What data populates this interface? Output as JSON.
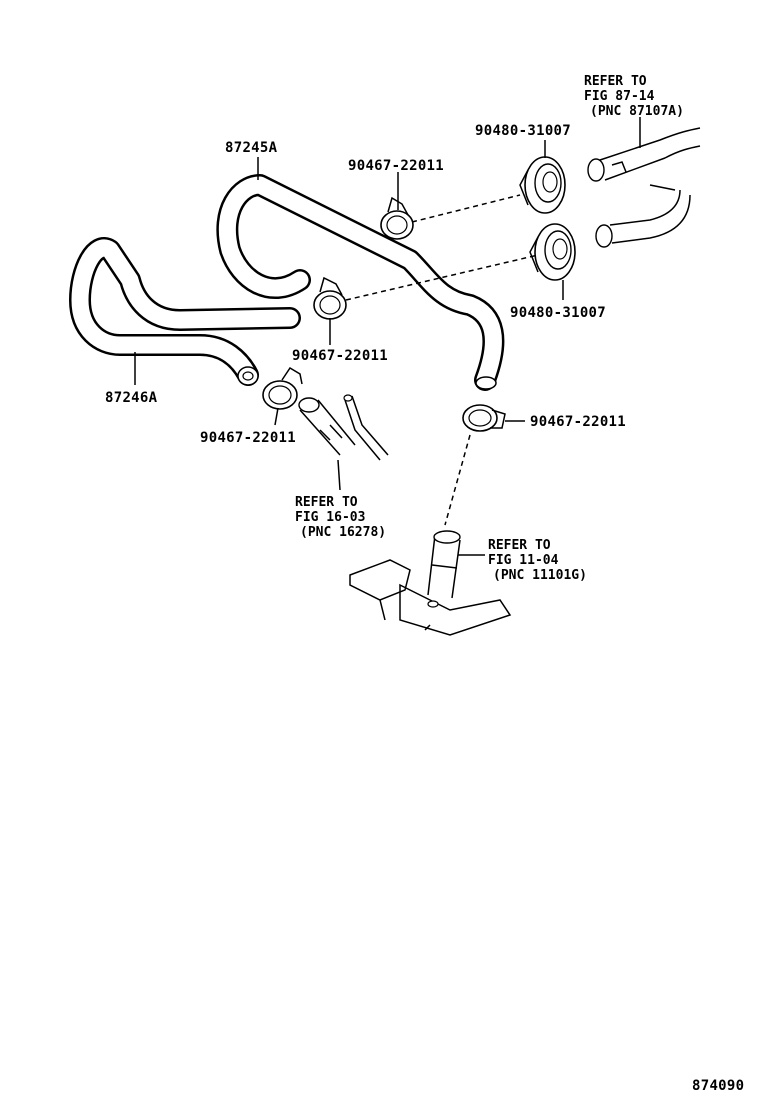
{
  "parts": {
    "hose_upper": "87245A",
    "hose_lower": "87246A",
    "grommet_upper": "90480-31007",
    "grommet_lower": "90480-31007",
    "clamp_top": "90467-22011",
    "clamp_middle": "90467-22011",
    "clamp_lower_left": "90467-22011",
    "clamp_right": "90467-22011"
  },
  "references": {
    "ref_87_14": {
      "line1": "REFER TO",
      "line2": "FIG 87-14",
      "line3": "(PNC 87107A)"
    },
    "ref_16_03": {
      "line1": "REFER TO",
      "line2": "FIG 16-03",
      "line3": "(PNC 16278)"
    },
    "ref_11_04": {
      "line1": "REFER TO",
      "line2": "FIG 11-04",
      "line3": "(PNC 11101G)"
    }
  },
  "diagram_id": "874090"
}
